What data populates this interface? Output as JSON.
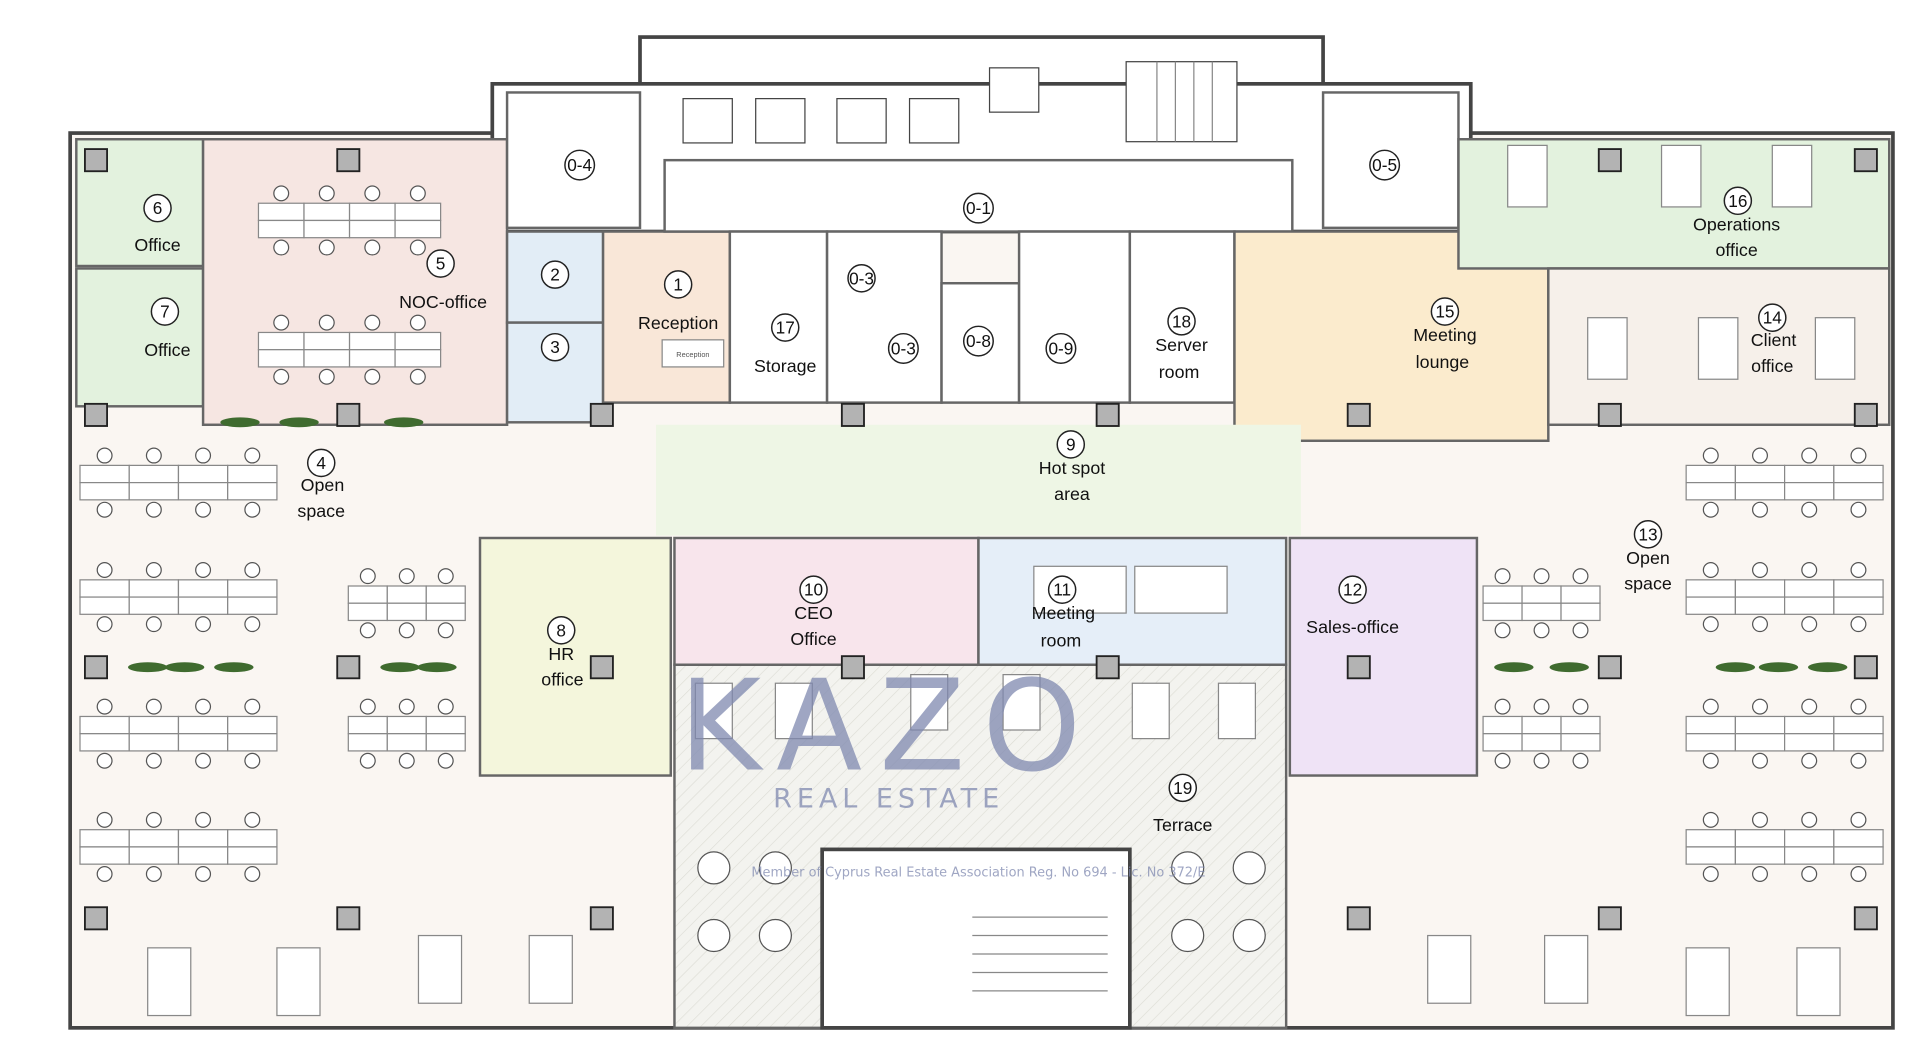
{
  "rooms": {
    "r1": {
      "num": "1",
      "name": "Reception"
    },
    "r2": {
      "num": "2"
    },
    "r3": {
      "num": "3"
    },
    "r4": {
      "num": "4",
      "line1": "Open",
      "line2": "space"
    },
    "r5": {
      "num": "5",
      "name": "NOC-office"
    },
    "r6": {
      "num": "6",
      "name": "Office"
    },
    "r7": {
      "num": "7",
      "name": "Office"
    },
    "r8": {
      "num": "8",
      "line1": "HR",
      "line2": "office"
    },
    "r9": {
      "num": "9",
      "line1": "Hot spot",
      "line2": "area"
    },
    "r10": {
      "num": "10",
      "line1": "CEO",
      "line2": "Office"
    },
    "r11": {
      "num": "11",
      "line1": "Meeting",
      "line2": "room"
    },
    "r12": {
      "num": "12",
      "name": "Sales-office"
    },
    "r13": {
      "num": "13",
      "line1": "Open",
      "line2": "space"
    },
    "r14": {
      "num": "14",
      "line1": "Client",
      "line2": "office"
    },
    "r15": {
      "num": "15",
      "line1": "Meeting",
      "line2": "lounge"
    },
    "r16": {
      "num": "16",
      "line1": "Operations",
      "line2": "office"
    },
    "r17": {
      "num": "17",
      "name": "Storage"
    },
    "r18": {
      "num": "18",
      "line1": "Server",
      "line2": "room"
    },
    "r19": {
      "num": "19",
      "name": "Terrace"
    },
    "c01": {
      "num": "0-1"
    },
    "c03a": {
      "num": "0-3"
    },
    "c03b": {
      "num": "0-3"
    },
    "c04": {
      "num": "0-4"
    },
    "c05": {
      "num": "0-5"
    },
    "c08": {
      "num": "0-8"
    },
    "c09": {
      "num": "0-9"
    }
  },
  "furniture": {
    "reception_desk": "Reception"
  },
  "watermark": {
    "brand": "KAZO",
    "sub": "REAL ESTATE",
    "member": "Member of Cyprus Real Estate Association    Reg. No 694 - Lic. No 372/E"
  },
  "colors": {
    "green_office": "#e3f2de",
    "noc": "#f6e6e2",
    "blue_room": "#e2edf6",
    "reception": "#f9e7d8",
    "lounge": "#fbebcd",
    "open_space": "#faf6f2",
    "hr": "#f4f6dc",
    "ceo": "#f8e5ec",
    "meeting": "#e5eef8",
    "sales": "#efe3f6",
    "hotspot": "#eef6e5"
  }
}
